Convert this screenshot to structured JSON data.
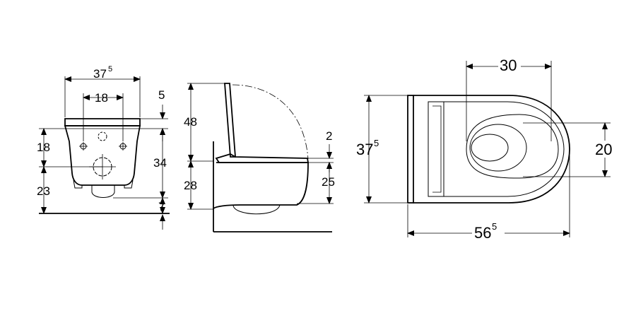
{
  "front_view": {
    "width_main": "37",
    "width_sup": "5",
    "hole_spacing": "18",
    "lid_thickness": "5",
    "mount_height": "18",
    "body_height": "34",
    "outlet_height": "23",
    "floor_gap": "7"
  },
  "side_view": {
    "total_height": "48",
    "seat_height": "28",
    "seat_gap": "2",
    "rim_height": "25"
  },
  "top_view": {
    "depth_main": "37",
    "depth_sup": "5",
    "bowl_width": "30",
    "bowl_depth": "20",
    "length_main": "56",
    "length_sup": "5"
  }
}
